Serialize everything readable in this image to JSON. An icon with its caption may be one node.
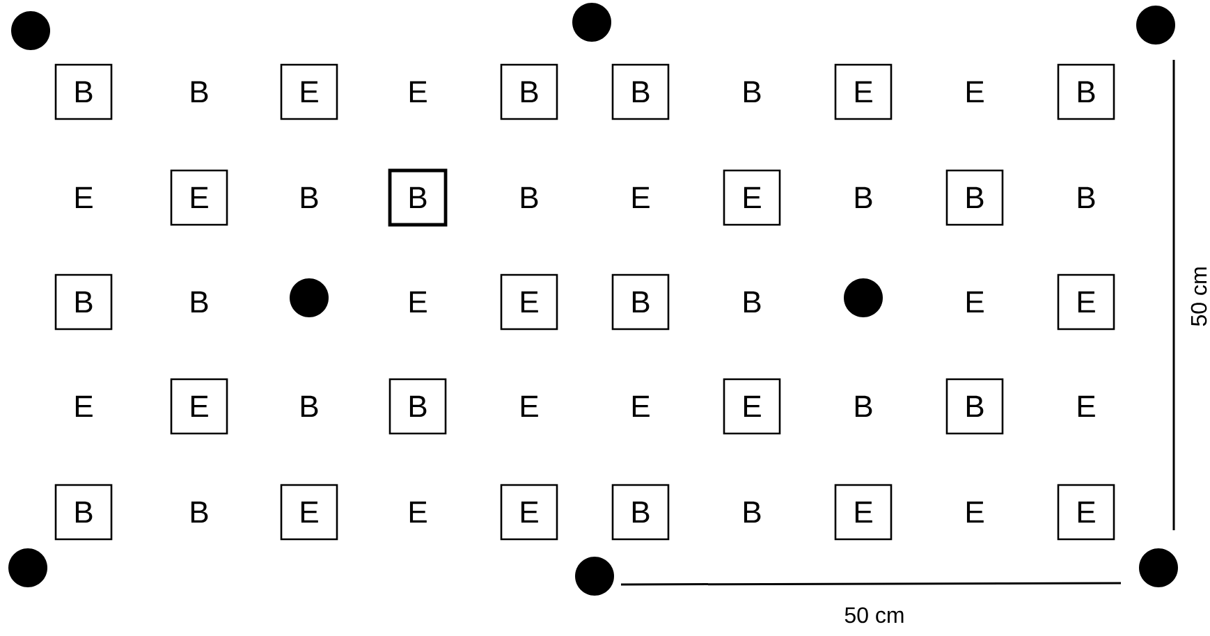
{
  "diagram": {
    "nodes": [
      {
        "text": [
          "B"
        ]
      },
      {
        "text": [
          "E"
        ]
      },
      {
        "text": [
          "B"
        ]
      },
      {
        "text": [
          "B"
        ]
      },
      {
        "text": [
          "E"
        ]
      },
      {
        "text": [
          "B"
        ]
      },
      {
        "text": [
          "E"
        ]
      },
      {
        "text": [
          "B"
        ]
      },
      {
        "text": [
          "E"
        ]
      },
      {
        "text": [
          "B"
        ]
      },
      {
        "text": [
          "B"
        ]
      },
      {
        "text": [
          "E"
        ]
      },
      {
        "text": [
          "B"
        ]
      },
      {
        "text": [
          "E"
        ]
      },
      {
        "text": [
          "E"
        ]
      },
      {
        "text": [
          "B"
        ]
      },
      {
        "text": [
          "E"
        ]
      },
      {
        "text": [
          "B"
        ]
      },
      {
        "text": [
          "B"
        ]
      },
      {
        "text": [
          "E"
        ]
      },
      {
        "text": [
          "E"
        ]
      },
      {
        "text": [
          "B"
        ]
      },
      {
        "text": [
          "E"
        ]
      },
      {
        "text": [
          "E"
        ]
      }
    ],
    "labels": [
      "B",
      "E",
      "B",
      "E",
      "E",
      "B",
      "B",
      "E",
      "B",
      "B",
      "B",
      "E",
      "B",
      "E",
      "E",
      "B",
      "E",
      "E",
      "B",
      "E",
      "B",
      "E",
      "B",
      "E",
      "50 cm",
      "50 cm"
    ]
  }
}
